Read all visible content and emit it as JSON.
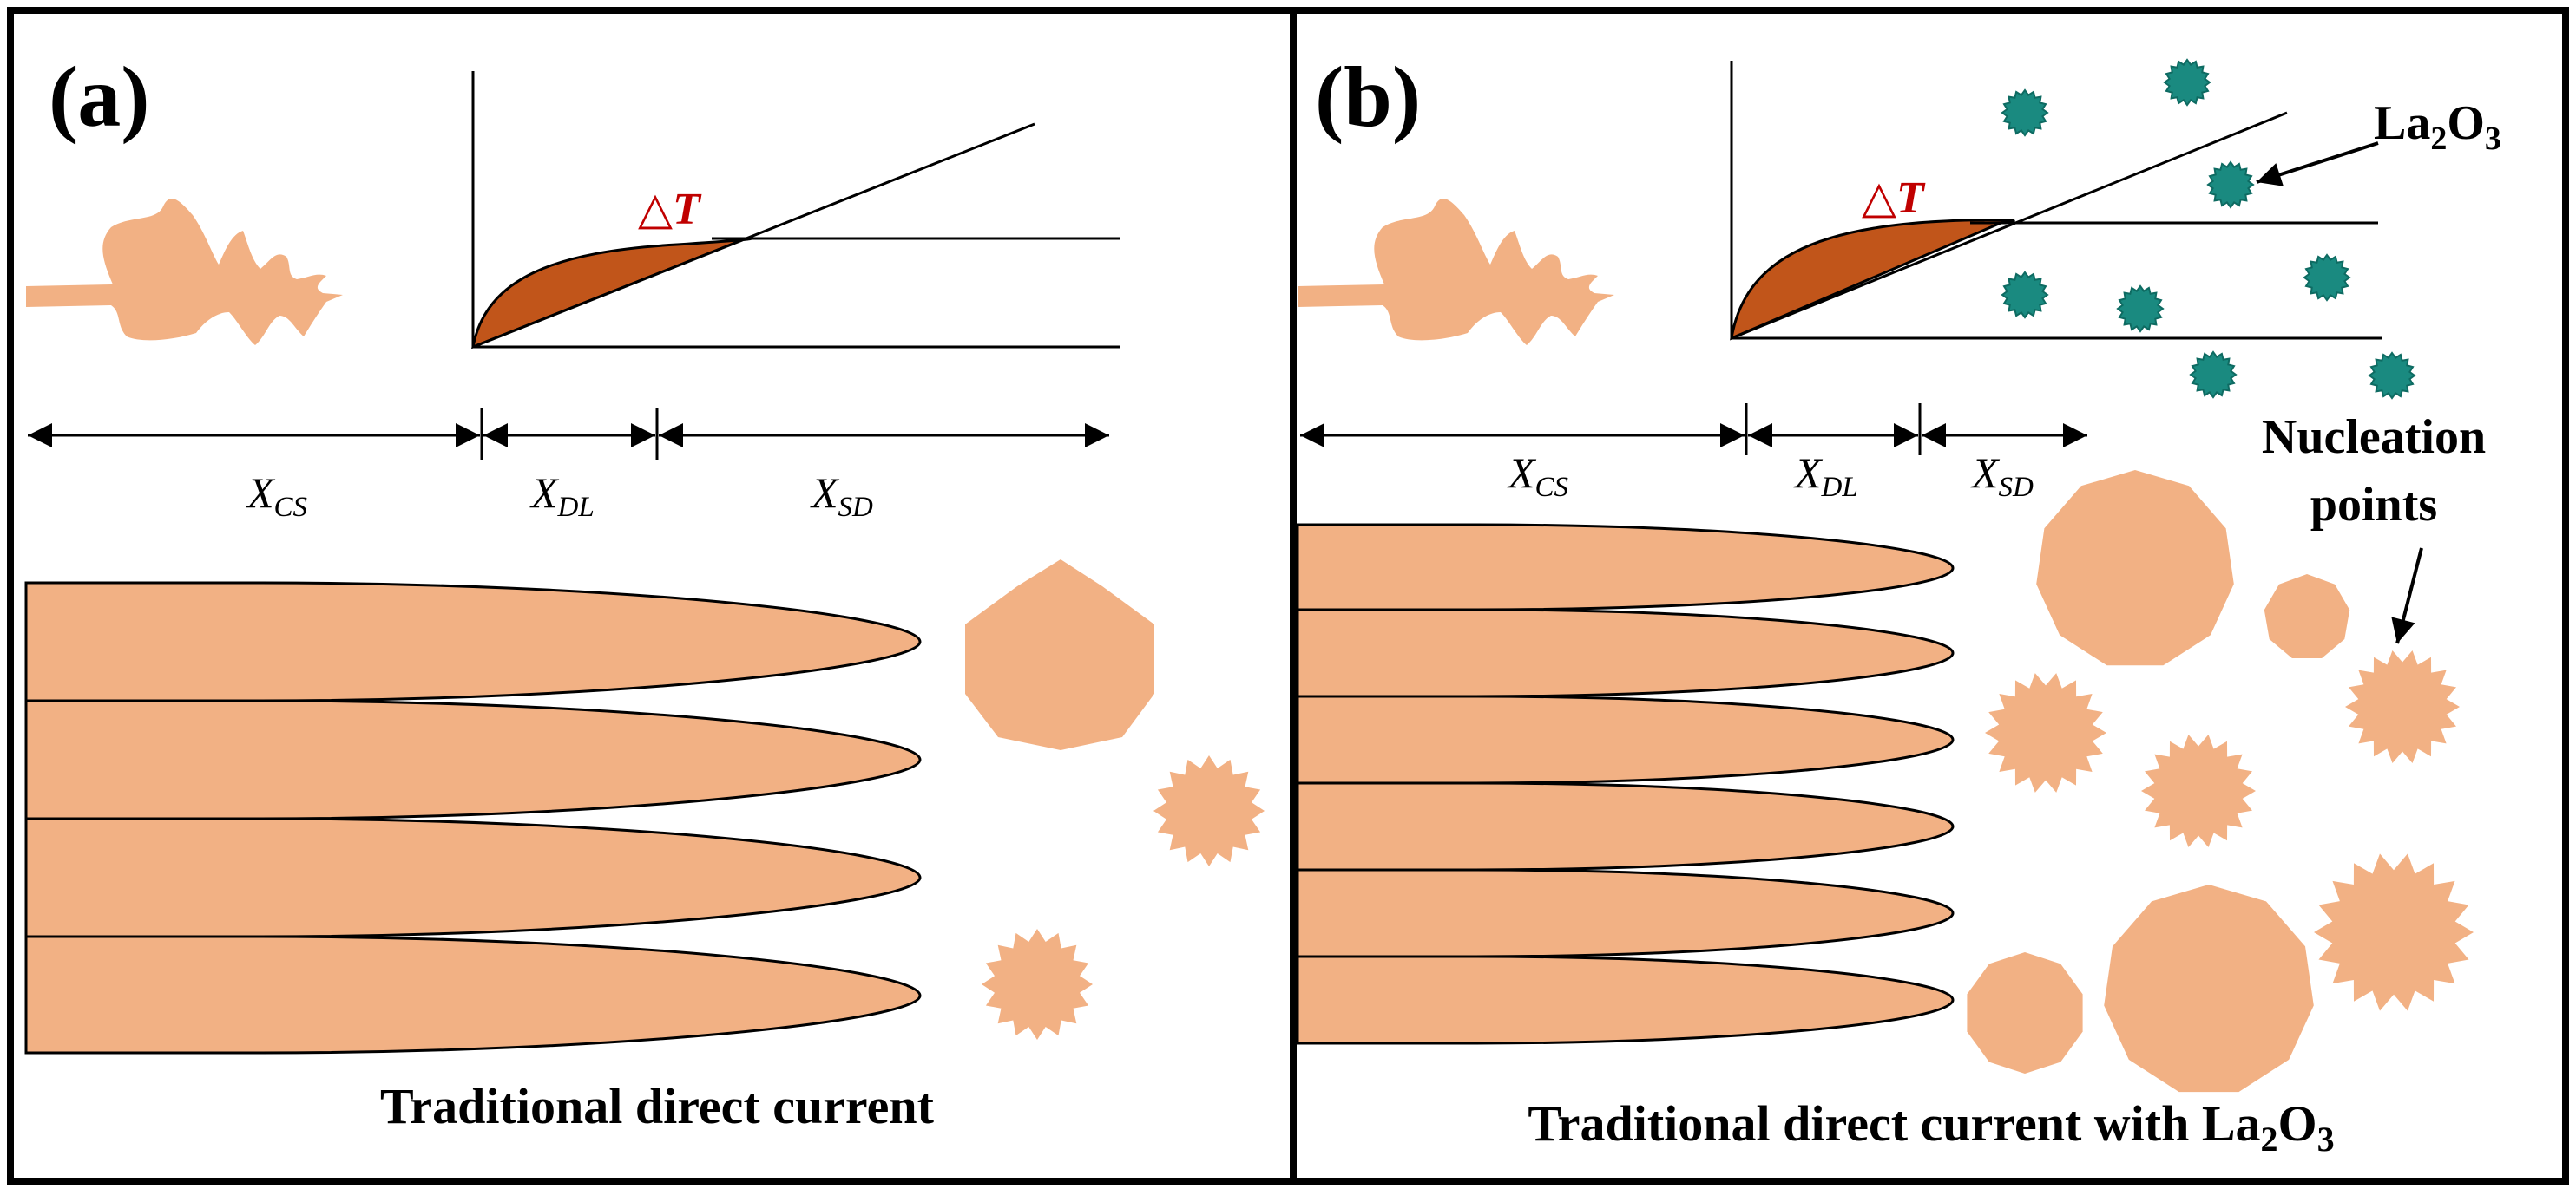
{
  "colors": {
    "grain": "#F2B184",
    "undercool_fill": "#C1551A",
    "delta_label": "#C00000",
    "particle": "#1A8A80",
    "particle_dark": "#0E6B62",
    "ink": "#000000"
  },
  "panel_a": {
    "label": "(a)",
    "delta": "△T",
    "x_cs": "X",
    "x_cs_sub": "CS",
    "x_dl": "X",
    "x_dl_sub": "DL",
    "x_sd": "X",
    "x_sd_sub": "SD",
    "caption": "Traditional direct current"
  },
  "panel_b": {
    "label": "(b)",
    "delta": "△T",
    "x_cs": "X",
    "x_cs_sub": "CS",
    "x_dl": "X",
    "x_dl_sub": "DL",
    "x_sd": "X",
    "x_sd_sub": "SD",
    "la_main": "La",
    "la_sub1": "2",
    "la_o": "O",
    "la_sub2": "3",
    "nucleation_line1": "Nucleation",
    "nucleation_line2": "points",
    "caption_main": "Traditional direct current with La",
    "caption_sub1": "2",
    "caption_o": "O",
    "caption_sub2": "3"
  }
}
